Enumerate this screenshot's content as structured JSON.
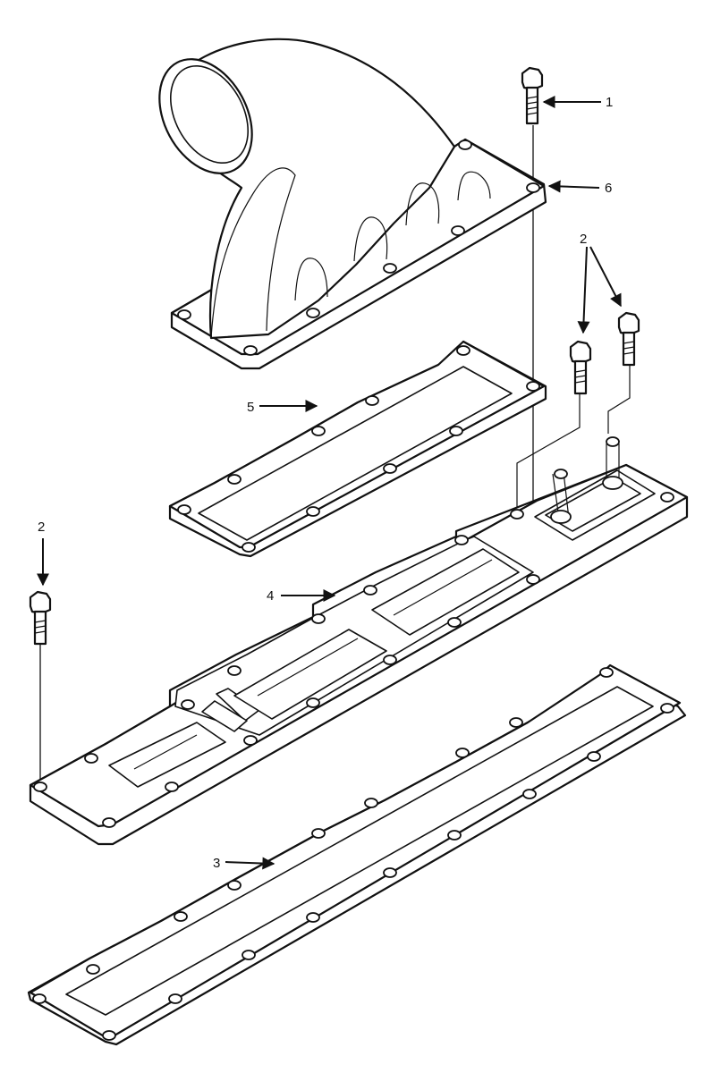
{
  "figure": {
    "callouts": [
      {
        "id": "c1",
        "text": "1"
      },
      {
        "id": "c2a",
        "text": "2"
      },
      {
        "id": "c2b",
        "text": "2"
      },
      {
        "id": "c3",
        "text": "3"
      },
      {
        "id": "c4",
        "text": "4"
      },
      {
        "id": "c5",
        "text": "5"
      },
      {
        "id": "c6",
        "text": "6"
      }
    ]
  }
}
